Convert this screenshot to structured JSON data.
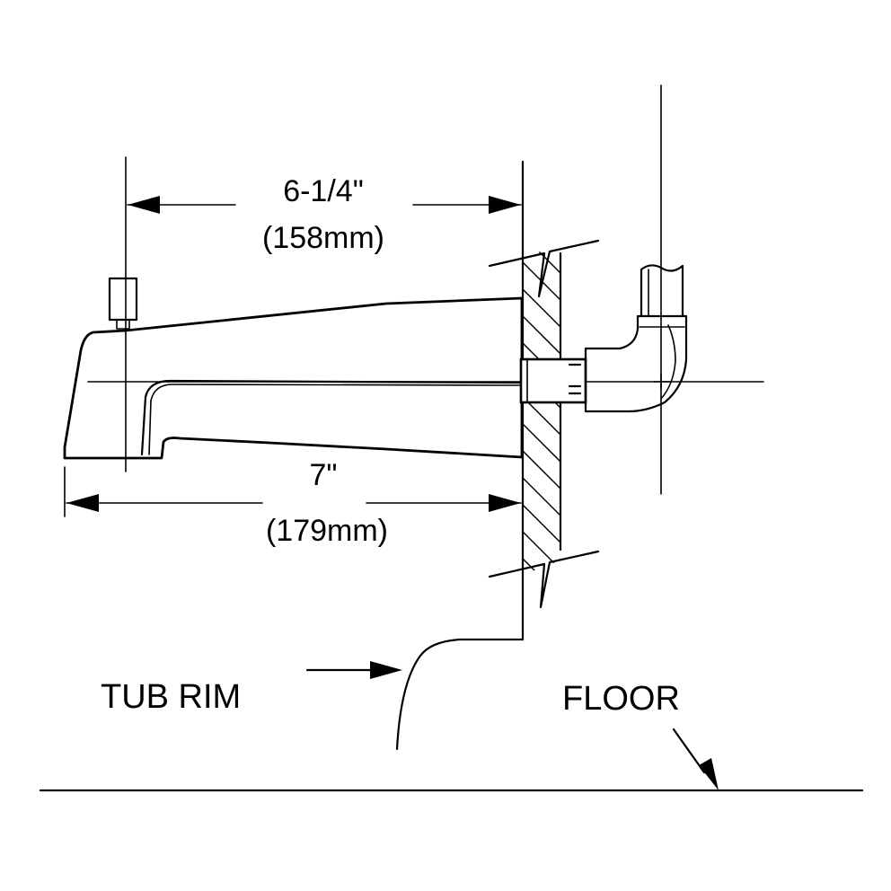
{
  "labels": {
    "top_dimension_in": "6-1/4\"",
    "top_dimension_mm": "(158mm)",
    "bottom_dimension_in": "7\"",
    "bottom_dimension_mm": "(179mm)",
    "tub_rim": "TUB RIM",
    "floor": "FLOOR"
  }
}
